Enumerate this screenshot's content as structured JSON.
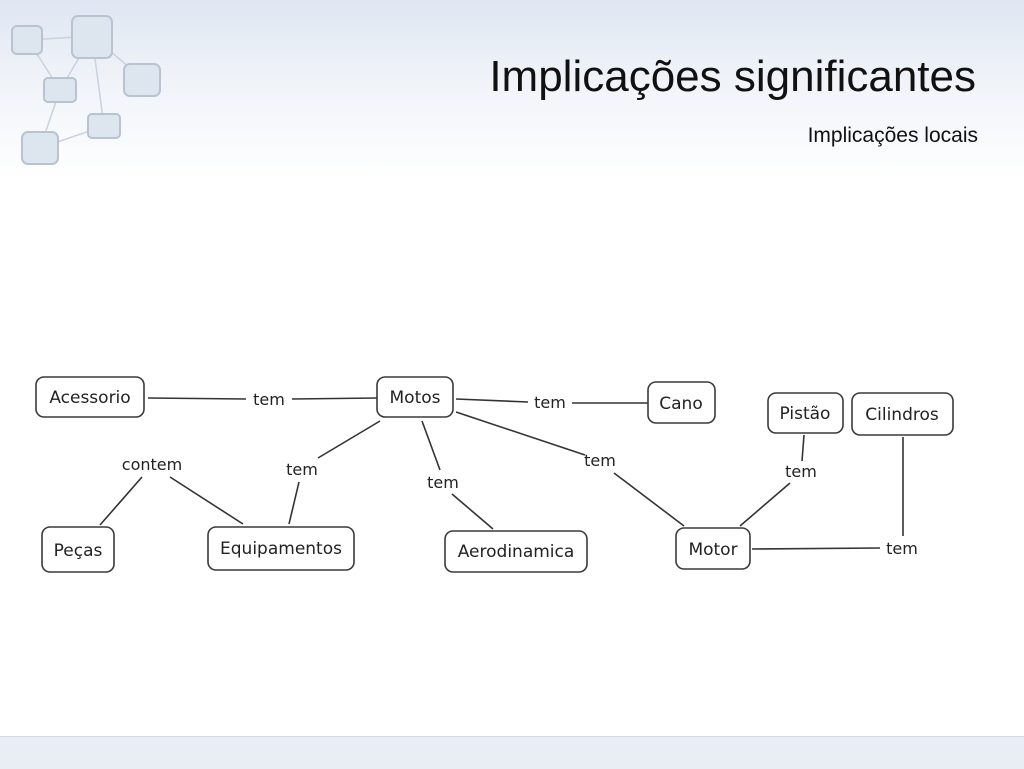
{
  "slide": {
    "title": "Implicações significantes",
    "subtitle": "Implicações locais"
  },
  "diagram": {
    "concepts": {
      "acessorio": "Acessorio",
      "motos": "Motos",
      "cano": "Cano",
      "pistao": "Pistão",
      "cilindros": "Cilindros",
      "pecas": "Peças",
      "equipamentos": "Equipamentos",
      "aerodinamica": "Aerodinamica",
      "motor": "Motor"
    },
    "links": {
      "acessorio_motos": "tem",
      "motos_cano": "tem",
      "pecas_equipamentos": "contem",
      "motos_equipamentos": "tem",
      "motos_aerodinamica": "tem",
      "motos_motor": "tem",
      "motor_pistao": "tem",
      "motor_cilindros": "tem"
    }
  }
}
